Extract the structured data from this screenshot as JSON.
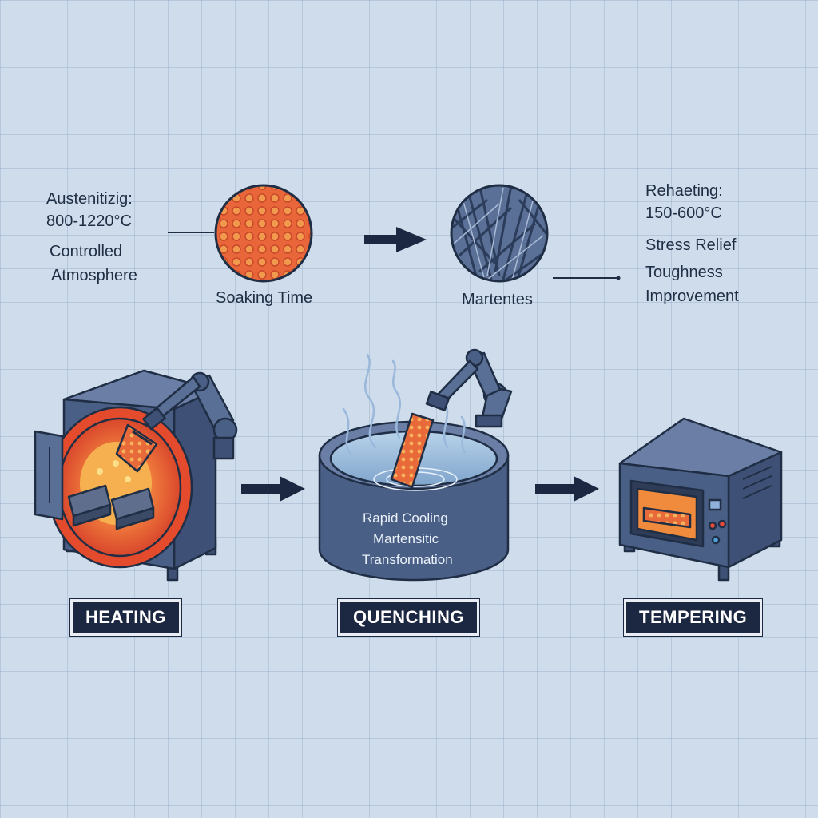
{
  "austenitizing": {
    "line1": "Austenitizig:",
    "line2": "800-1220°C",
    "line3": "Controlled",
    "line4": "Atmosphere"
  },
  "soaking": {
    "label": "Soaking Time"
  },
  "martensite": {
    "label": "Martentes"
  },
  "reheating": {
    "line1": "Rehaeting:",
    "line2": "150-600°C",
    "line3": "Stress Relief",
    "line4": "Toughness",
    "line5": "Improvement"
  },
  "quench_tank": {
    "line1": "Rapid Cooling",
    "line2": "Martensitic",
    "line3": "Transformation"
  },
  "stages": {
    "heating": "HEATING",
    "quenching": "QUENCHING",
    "tempering": "TEMPERING"
  },
  "colors": {
    "steel": "#4a5f85",
    "hot": "#e8663a",
    "label_bg": "#1c2841"
  }
}
